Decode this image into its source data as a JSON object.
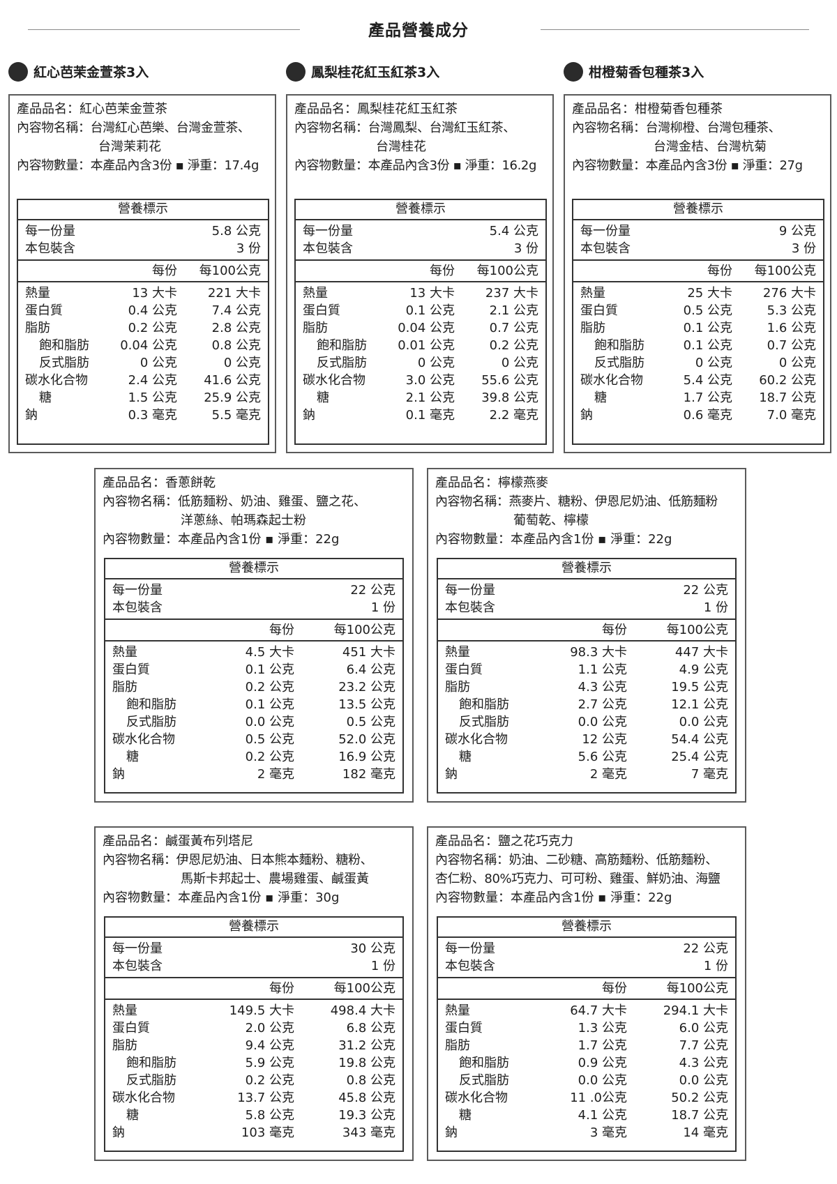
{
  "page_title": "產品營養成分",
  "labels": {
    "product_name": "產品品名：",
    "contents": "內容物名稱：",
    "quantity": "內容物數量：",
    "nutrition_title": "營養標示",
    "serving_size": "每一份量",
    "servings": "本包裝含",
    "per_serving": "每份",
    "per_100g": "每100公克"
  },
  "teas": [
    {
      "title": "紅心芭茉金萱茶3入",
      "product_name": "紅心芭茉金萱茶",
      "contents_lines": [
        "台灣紅心芭樂、台灣金萱茶、",
        "台灣茉莉花"
      ],
      "quantity": "本產品內含3份 ▪ 淨重：17.4g",
      "serving_size": "5.8 公克",
      "servings": "3 份",
      "rows": [
        {
          "label": "熱量",
          "indent": false,
          "per_serving": "13 大卡",
          "per_100g": "221 大卡"
        },
        {
          "label": "蛋白質",
          "indent": false,
          "per_serving": "0.4 公克",
          "per_100g": "7.4 公克"
        },
        {
          "label": "脂肪",
          "indent": false,
          "per_serving": "0.2 公克",
          "per_100g": "2.8 公克"
        },
        {
          "label": "飽和脂肪",
          "indent": true,
          "per_serving": "0.04 公克",
          "per_100g": "0.8 公克"
        },
        {
          "label": "反式脂肪",
          "indent": true,
          "per_serving": "0 公克",
          "per_100g": "0 公克"
        },
        {
          "label": "碳水化合物",
          "indent": false,
          "per_serving": "2.4 公克",
          "per_100g": "41.6 公克"
        },
        {
          "label": "糖",
          "indent": true,
          "per_serving": "1.5 公克",
          "per_100g": "25.9 公克"
        },
        {
          "label": "鈉",
          "indent": false,
          "per_serving": "0.3 毫克",
          "per_100g": "5.5 毫克"
        }
      ]
    },
    {
      "title": "鳳梨桂花紅玉紅茶3入",
      "product_name": "鳳梨桂花紅玉紅茶",
      "contents_lines": [
        "台灣鳳梨、台灣紅玉紅茶、",
        "台灣桂花"
      ],
      "quantity": "本產品內含3份 ▪ 淨重：16.2g",
      "serving_size": "5.4 公克",
      "servings": "3 份",
      "rows": [
        {
          "label": "熱量",
          "indent": false,
          "per_serving": "13 大卡",
          "per_100g": "237 大卡"
        },
        {
          "label": "蛋白質",
          "indent": false,
          "per_serving": "0.1 公克",
          "per_100g": "2.1 公克"
        },
        {
          "label": "脂肪",
          "indent": false,
          "per_serving": "0.04 公克",
          "per_100g": "0.7 公克"
        },
        {
          "label": "飽和脂肪",
          "indent": true,
          "per_serving": "0.01 公克",
          "per_100g": "0.2 公克"
        },
        {
          "label": "反式脂肪",
          "indent": true,
          "per_serving": "0 公克",
          "per_100g": "0 公克"
        },
        {
          "label": "碳水化合物",
          "indent": false,
          "per_serving": "3.0 公克",
          "per_100g": "55.6 公克"
        },
        {
          "label": "糖",
          "indent": true,
          "per_serving": "2.1 公克",
          "per_100g": "39.8 公克"
        },
        {
          "label": "鈉",
          "indent": false,
          "per_serving": "0.1 毫克",
          "per_100g": "2.2 毫克"
        }
      ]
    },
    {
      "title": "柑橙菊香包種茶3入",
      "product_name": "柑橙菊香包種茶",
      "contents_lines": [
        "台灣柳橙、台灣包種茶、",
        "台灣金桔、台灣杭菊"
      ],
      "quantity": "本產品內含3份 ▪ 淨重：27g",
      "serving_size": "9 公克",
      "servings": "3 份",
      "rows": [
        {
          "label": "熱量",
          "indent": false,
          "per_serving": "25 大卡",
          "per_100g": "276 大卡"
        },
        {
          "label": "蛋白質",
          "indent": false,
          "per_serving": "0.5 公克",
          "per_100g": "5.3 公克"
        },
        {
          "label": "脂肪",
          "indent": false,
          "per_serving": "0.1 公克",
          "per_100g": "1.6 公克"
        },
        {
          "label": "飽和脂肪",
          "indent": true,
          "per_serving": "0.1 公克",
          "per_100g": "0.7 公克"
        },
        {
          "label": "反式脂肪",
          "indent": true,
          "per_serving": "0 公克",
          "per_100g": "0 公克"
        },
        {
          "label": "碳水化合物",
          "indent": false,
          "per_serving": "5.4 公克",
          "per_100g": "60.2 公克"
        },
        {
          "label": "糖",
          "indent": true,
          "per_serving": "1.7 公克",
          "per_100g": "18.7 公克"
        },
        {
          "label": "鈉",
          "indent": false,
          "per_serving": "0.6 毫克",
          "per_100g": "7.0 毫克"
        }
      ]
    }
  ],
  "snacks": [
    {
      "product_name": "香蔥餅乾",
      "contents_lines": [
        "低筋麵粉、奶油、雞蛋、鹽之花、",
        "洋蔥絲、帕瑪森起士粉"
      ],
      "quantity": "本產品內含1份 ▪ 淨重：22g",
      "serving_size": "22 公克",
      "servings": "1 份",
      "rows": [
        {
          "label": "熱量",
          "indent": false,
          "per_serving": "4.5 大卡",
          "per_100g": "451 大卡"
        },
        {
          "label": "蛋白質",
          "indent": false,
          "per_serving": "0.1 公克",
          "per_100g": "6.4 公克"
        },
        {
          "label": "脂肪",
          "indent": false,
          "per_serving": "0.2 公克",
          "per_100g": "23.2 公克"
        },
        {
          "label": "飽和脂肪",
          "indent": true,
          "per_serving": "0.1 公克",
          "per_100g": "13.5 公克"
        },
        {
          "label": "反式脂肪",
          "indent": true,
          "per_serving": "0.0 公克",
          "per_100g": "0.5 公克"
        },
        {
          "label": "碳水化合物",
          "indent": false,
          "per_serving": "0.5 公克",
          "per_100g": "52.0 公克"
        },
        {
          "label": "糖",
          "indent": true,
          "per_serving": "0.2 公克",
          "per_100g": "16.9 公克"
        },
        {
          "label": "鈉",
          "indent": false,
          "per_serving": "2 毫克",
          "per_100g": "182 毫克"
        }
      ]
    },
    {
      "product_name": "檸檬燕麥",
      "contents_lines": [
        "燕麥片、糖粉、伊恩尼奶油、低筋麵粉",
        "葡萄乾、檸檬"
      ],
      "quantity": "本產品內含1份 ▪ 淨重：22g",
      "serving_size": "22 公克",
      "servings": "1 份",
      "rows": [
        {
          "label": "熱量",
          "indent": false,
          "per_serving": "98.3 大卡",
          "per_100g": "447 大卡"
        },
        {
          "label": "蛋白質",
          "indent": false,
          "per_serving": "1.1 公克",
          "per_100g": "4.9 公克"
        },
        {
          "label": "脂肪",
          "indent": false,
          "per_serving": "4.3 公克",
          "per_100g": "19.5 公克"
        },
        {
          "label": "飽和脂肪",
          "indent": true,
          "per_serving": "2.7 公克",
          "per_100g": "12.1 公克"
        },
        {
          "label": "反式脂肪",
          "indent": true,
          "per_serving": "0.0 公克",
          "per_100g": "0.0 公克"
        },
        {
          "label": "碳水化合物",
          "indent": false,
          "per_serving": "12 公克",
          "per_100g": "54.4 公克"
        },
        {
          "label": "糖",
          "indent": true,
          "per_serving": "5.6 公克",
          "per_100g": "25.4 公克"
        },
        {
          "label": "鈉",
          "indent": false,
          "per_serving": "2 毫克",
          "per_100g": "7 毫克"
        }
      ]
    },
    {
      "product_name": "鹹蛋黃布列塔尼",
      "contents_lines": [
        "伊恩尼奶油、日本熊本麵粉、糖粉、",
        "馬斯卡邦起士、農場雞蛋、鹹蛋黃"
      ],
      "quantity": "本產品內含1份 ▪ 淨重：30g",
      "serving_size": "30 公克",
      "servings": "1 份",
      "rows": [
        {
          "label": "熱量",
          "indent": false,
          "per_serving": "149.5 大卡",
          "per_100g": "498.4 大卡"
        },
        {
          "label": "蛋白質",
          "indent": false,
          "per_serving": "2.0 公克",
          "per_100g": "6.8 公克"
        },
        {
          "label": "脂肪",
          "indent": false,
          "per_serving": "9.4 公克",
          "per_100g": "31.2 公克"
        },
        {
          "label": "飽和脂肪",
          "indent": true,
          "per_serving": "5.9 公克",
          "per_100g": "19.8 公克"
        },
        {
          "label": "反式脂肪",
          "indent": true,
          "per_serving": "0.2 公克",
          "per_100g": "0.8 公克"
        },
        {
          "label": "碳水化合物",
          "indent": false,
          "per_serving": "13.7 公克",
          "per_100g": "45.8 公克"
        },
        {
          "label": "糖",
          "indent": true,
          "per_serving": "5.8 公克",
          "per_100g": "19.3 公克"
        },
        {
          "label": "鈉",
          "indent": false,
          "per_serving": "103 毫克",
          "per_100g": "343 毫克"
        }
      ]
    },
    {
      "product_name": "鹽之花巧克力",
      "contents_lines": [
        "奶油、二砂糖、高筋麵粉、低筋麵粉、",
        "杏仁粉、80%巧克力、可可粉、雞蛋、鮮奶油、海鹽"
      ],
      "quantity": "本產品內含1份 ▪ 淨重：22g",
      "serving_size": "22 公克",
      "servings": "1 份",
      "rows": [
        {
          "label": "熱量",
          "indent": false,
          "per_serving": "64.7 大卡",
          "per_100g": "294.1 大卡"
        },
        {
          "label": "蛋白質",
          "indent": false,
          "per_serving": "1.3 公克",
          "per_100g": "6.0 公克"
        },
        {
          "label": "脂肪",
          "indent": false,
          "per_serving": "1.7 公克",
          "per_100g": "7.7 公克"
        },
        {
          "label": "飽和脂肪",
          "indent": true,
          "per_serving": "0.9 公克",
          "per_100g": "4.3 公克"
        },
        {
          "label": "反式脂肪",
          "indent": true,
          "per_serving": "0.0 公克",
          "per_100g": "0.0 公克"
        },
        {
          "label": "碳水化合物",
          "indent": false,
          "per_serving": "11 .0公克",
          "per_100g": "50.2 公克"
        },
        {
          "label": "糖",
          "indent": true,
          "per_serving": "4.1 公克",
          "per_100g": "18.7 公克"
        },
        {
          "label": "鈉",
          "indent": false,
          "per_serving": "3 毫克",
          "per_100g": "14 毫克"
        }
      ]
    }
  ]
}
